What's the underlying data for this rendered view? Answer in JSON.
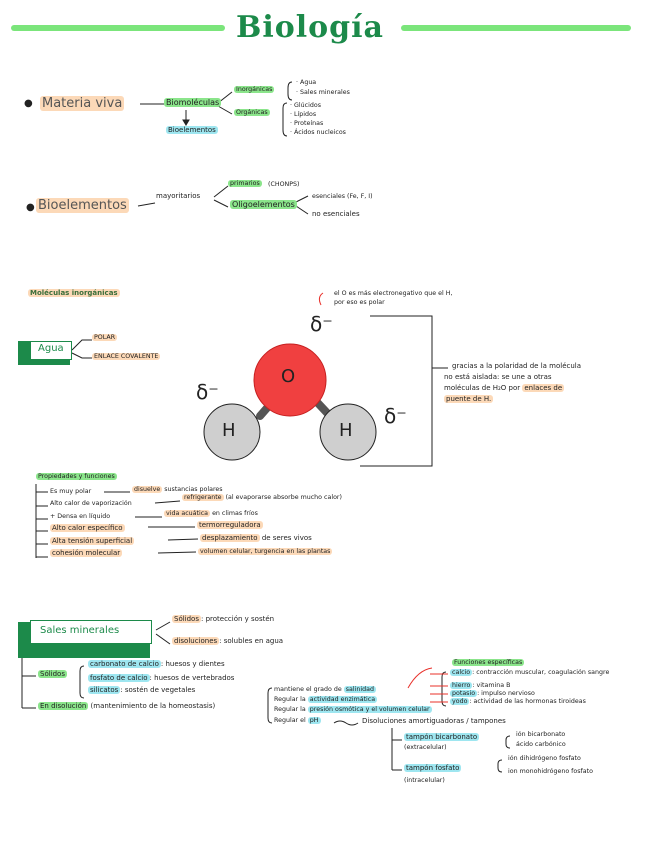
{
  "title": "Biología",
  "colors": {
    "green": "#7be57b",
    "dark_green": "#1c8a4a",
    "orange": "#fcd9b8",
    "cyan": "#9ee6f0",
    "red": "#e8302a"
  },
  "s1": {
    "root": "Materia viva",
    "biomol": "Biomoléculas",
    "bioel": "Bioelementos",
    "inorg": "Inorgánicas",
    "org": "Orgánicas",
    "inorg_items": [
      "Agua",
      "Sales minerales"
    ],
    "org_items": [
      "Glúcidos",
      "Lípidos",
      "Proteínas",
      "Ácidos nucleicos"
    ]
  },
  "s2": {
    "root": "Bioelementos",
    "may": "mayoritarios",
    "prim": "primarios",
    "prim_note": "(CHONPS)",
    "oligo": "Oligoelementos",
    "esen": "esenciales (Fe, F, I)",
    "noesen": "no esenciales"
  },
  "s3": {
    "heading": "Moléculas inorgánicas",
    "agua": "Agua",
    "polar": "POLAR",
    "enlace": "ENLACE COVALENTE",
    "o_note_1": "el O es más electronegativo que el H,",
    "o_note_2": "por eso es polar",
    "delta_minus": "δ⁻",
    "atom_o": "O",
    "atom_h": "H",
    "polar_note": [
      "gracias a la polaridad de la molécula",
      "no está aislada: se une a otras",
      "moléculas de H₂O por",
      "enlaces de",
      "puente de H."
    ],
    "prop_title": "Propiedades y funciones",
    "props": [
      {
        "p": "Es muy polar",
        "f": "disuelve",
        "n": "sustancias polares"
      },
      {
        "p": "Alto calor de vaporización",
        "f": "refrigerante",
        "n": "(al evaporarse absorbe mucho calor)"
      },
      {
        "p": "+ Densa en líquido",
        "f": "vida acuática",
        "n": "en climas fríos"
      },
      {
        "p": "Alto calor específico",
        "f": "termorreguladora",
        "n": ""
      },
      {
        "p": "Alta tensión superficial",
        "f": "desplazamiento",
        "n": "de seres vivos"
      },
      {
        "p": "cohesión molecular",
        "f": "volumen celular, turgencia en las plantas",
        "n": ""
      }
    ]
  },
  "s4": {
    "heading": "Sales minerales",
    "solidos": "Sólidos",
    "sol_note": ": protección y sostén",
    "disol": "disoluciones",
    "disol_note": ": solubles en agua",
    "solid_label": "Sólidos",
    "solid_items": [
      {
        "k": "carbonato de calcio",
        "v": ": huesos y dientes"
      },
      {
        "k": "fosfato de calcio",
        "v": ": huesos de vertebrados"
      },
      {
        "k": "silicatos",
        "v": ": sostén de vegetales"
      }
    ],
    "disol_label": "En disolución",
    "disol_label_note": "(mantenimiento de la homeostasis)",
    "funcs_pre": [
      "mantiene el grado de",
      "Regular la",
      "Regular la",
      "Regular el"
    ],
    "funcs_hl": [
      "salinidad",
      "actividad enzimática",
      "presión osmótica y el volumen celular",
      "pH"
    ],
    "func_title": "Funciones específicas",
    "func_items": [
      {
        "k": "calcio",
        "v": ": contracción muscular, coagulación sangre"
      },
      {
        "k": "hierro",
        "v": ": vitamina B"
      },
      {
        "k": "potasio",
        "v": ": impulso nervioso"
      },
      {
        "k": "yodo",
        "v": ": actividad de las hormonas tiroideas"
      }
    ],
    "buffers": "Disoluciones amortiguadoras / tampones",
    "bic": "tampón bicarbonato",
    "bic_sub": "(extracelular)",
    "bic_items": [
      "ión bicarbonato",
      "ácido carbónico"
    ],
    "fos": "tampón fosfato",
    "fos_sub": "(intracelular)",
    "fos_items": [
      "ión dihidrógeno fosfato",
      "ion monohidrógeno fosfato"
    ]
  }
}
